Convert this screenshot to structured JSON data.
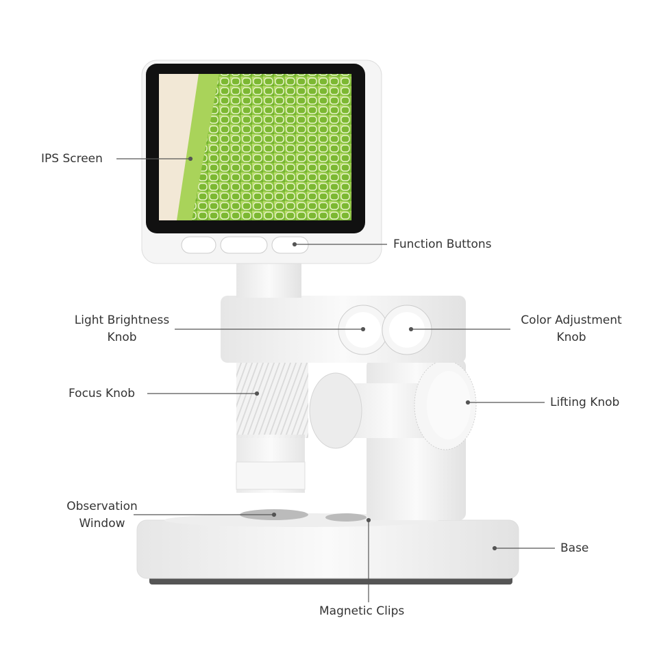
{
  "labels": {
    "ips_screen": "IPS Screen",
    "function_buttons": "Function Buttons",
    "light_brightness_1": "Light Brightness",
    "light_brightness_2": "Knob",
    "color_adjustment_1": "Color Adjustment",
    "color_adjustment_2": "Knob",
    "focus_knob": "Focus Knob",
    "lifting_knob": "Lifting Knob",
    "observation_1": "Observation",
    "observation_2": "Window",
    "base": "Base",
    "magnetic_clips": "Magnetic Clips"
  },
  "colors": {
    "screen_green": "#8cc63f",
    "body": "#f4f4f4",
    "leader": "#555555"
  }
}
